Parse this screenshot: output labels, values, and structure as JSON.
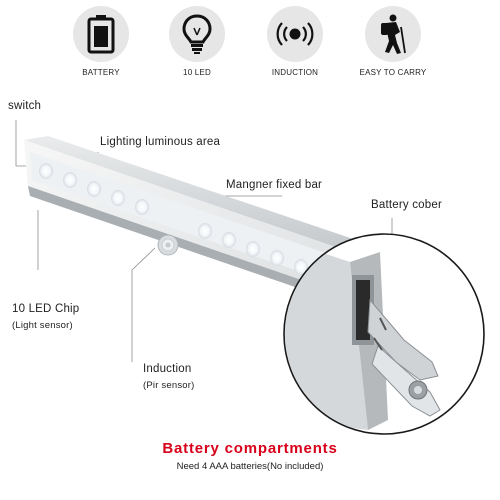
{
  "features": [
    {
      "label": "BATTERY",
      "icon": "battery-icon"
    },
    {
      "label": "10 LED",
      "icon": "bulb-icon"
    },
    {
      "label": "INDUCTION",
      "icon": "induction-icon"
    },
    {
      "label": "EASY TO CARRY",
      "icon": "hiker-icon"
    }
  ],
  "callouts": {
    "switch": "switch",
    "lighting_area": "Lighting luminous area",
    "fixed_bar": "Mangner fixed bar",
    "battery_cover": "Battery cober",
    "led_chip": "10 LED Chip",
    "light_sensor": "(Light sensor)",
    "induction": "Induction",
    "pir_sensor": "(Pir sensor)"
  },
  "compartments": {
    "title": "Battery compartments",
    "subtitle": "Need 4 AAA batteries(No included)"
  },
  "colors": {
    "accent_red": "#d8001a",
    "icon_circle": "#e6e6e6",
    "body_silver": "#c9cdd0",
    "led_glow": "#ffffff"
  }
}
